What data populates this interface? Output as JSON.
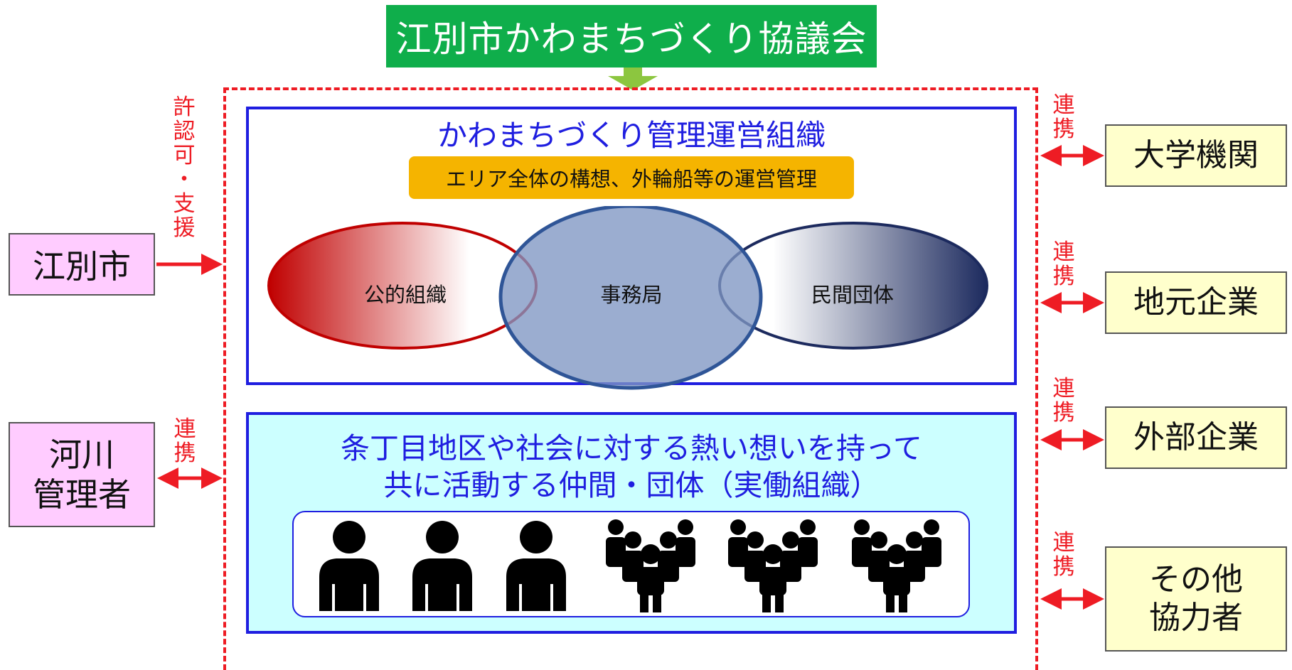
{
  "top_title": "江別市かわまちづくり協議会",
  "management": {
    "title": "かわまちづくり管理運営組織",
    "badge": "エリア全体の構想、外輪船等の運営管理",
    "venn": {
      "left": "公的組織",
      "center": "事務局",
      "right": "民間団体"
    }
  },
  "members": {
    "title_line1": "条丁目地区や社会に対する熱い想いを持って",
    "title_line2": "共に活動する仲間・団体（実働組織）",
    "icons": [
      "person-icon",
      "person-icon",
      "person-icon",
      "group-icon",
      "group-icon",
      "group-icon"
    ]
  },
  "left": {
    "ebetsu": "江別市",
    "river_line1": "河川",
    "river_line2": "管理者",
    "ebetsu_relation": [
      "許",
      "認",
      "可",
      "・",
      "支",
      "援"
    ],
    "river_relation": [
      "連",
      "携"
    ]
  },
  "right": {
    "relation": [
      "連",
      "携"
    ],
    "boxes": [
      {
        "label_line1": "大学機関",
        "label_line2": ""
      },
      {
        "label_line1": "地元企業",
        "label_line2": ""
      },
      {
        "label_line1": "外部企業",
        "label_line2": ""
      },
      {
        "label_line1": "その他",
        "label_line2": "協力者"
      }
    ]
  },
  "colors": {
    "title_bg": "#0fae4b",
    "dashed_frame": "#ee1c24",
    "box_border": "#1f1ee0",
    "badge_bg": "#f5b400",
    "members_bg": "#ccffff",
    "left_box_bg": "#ffccff",
    "right_box_bg": "#ffffcc",
    "arrow_to_frame": "#00a651",
    "relation_arrow": "#ee1c24"
  }
}
